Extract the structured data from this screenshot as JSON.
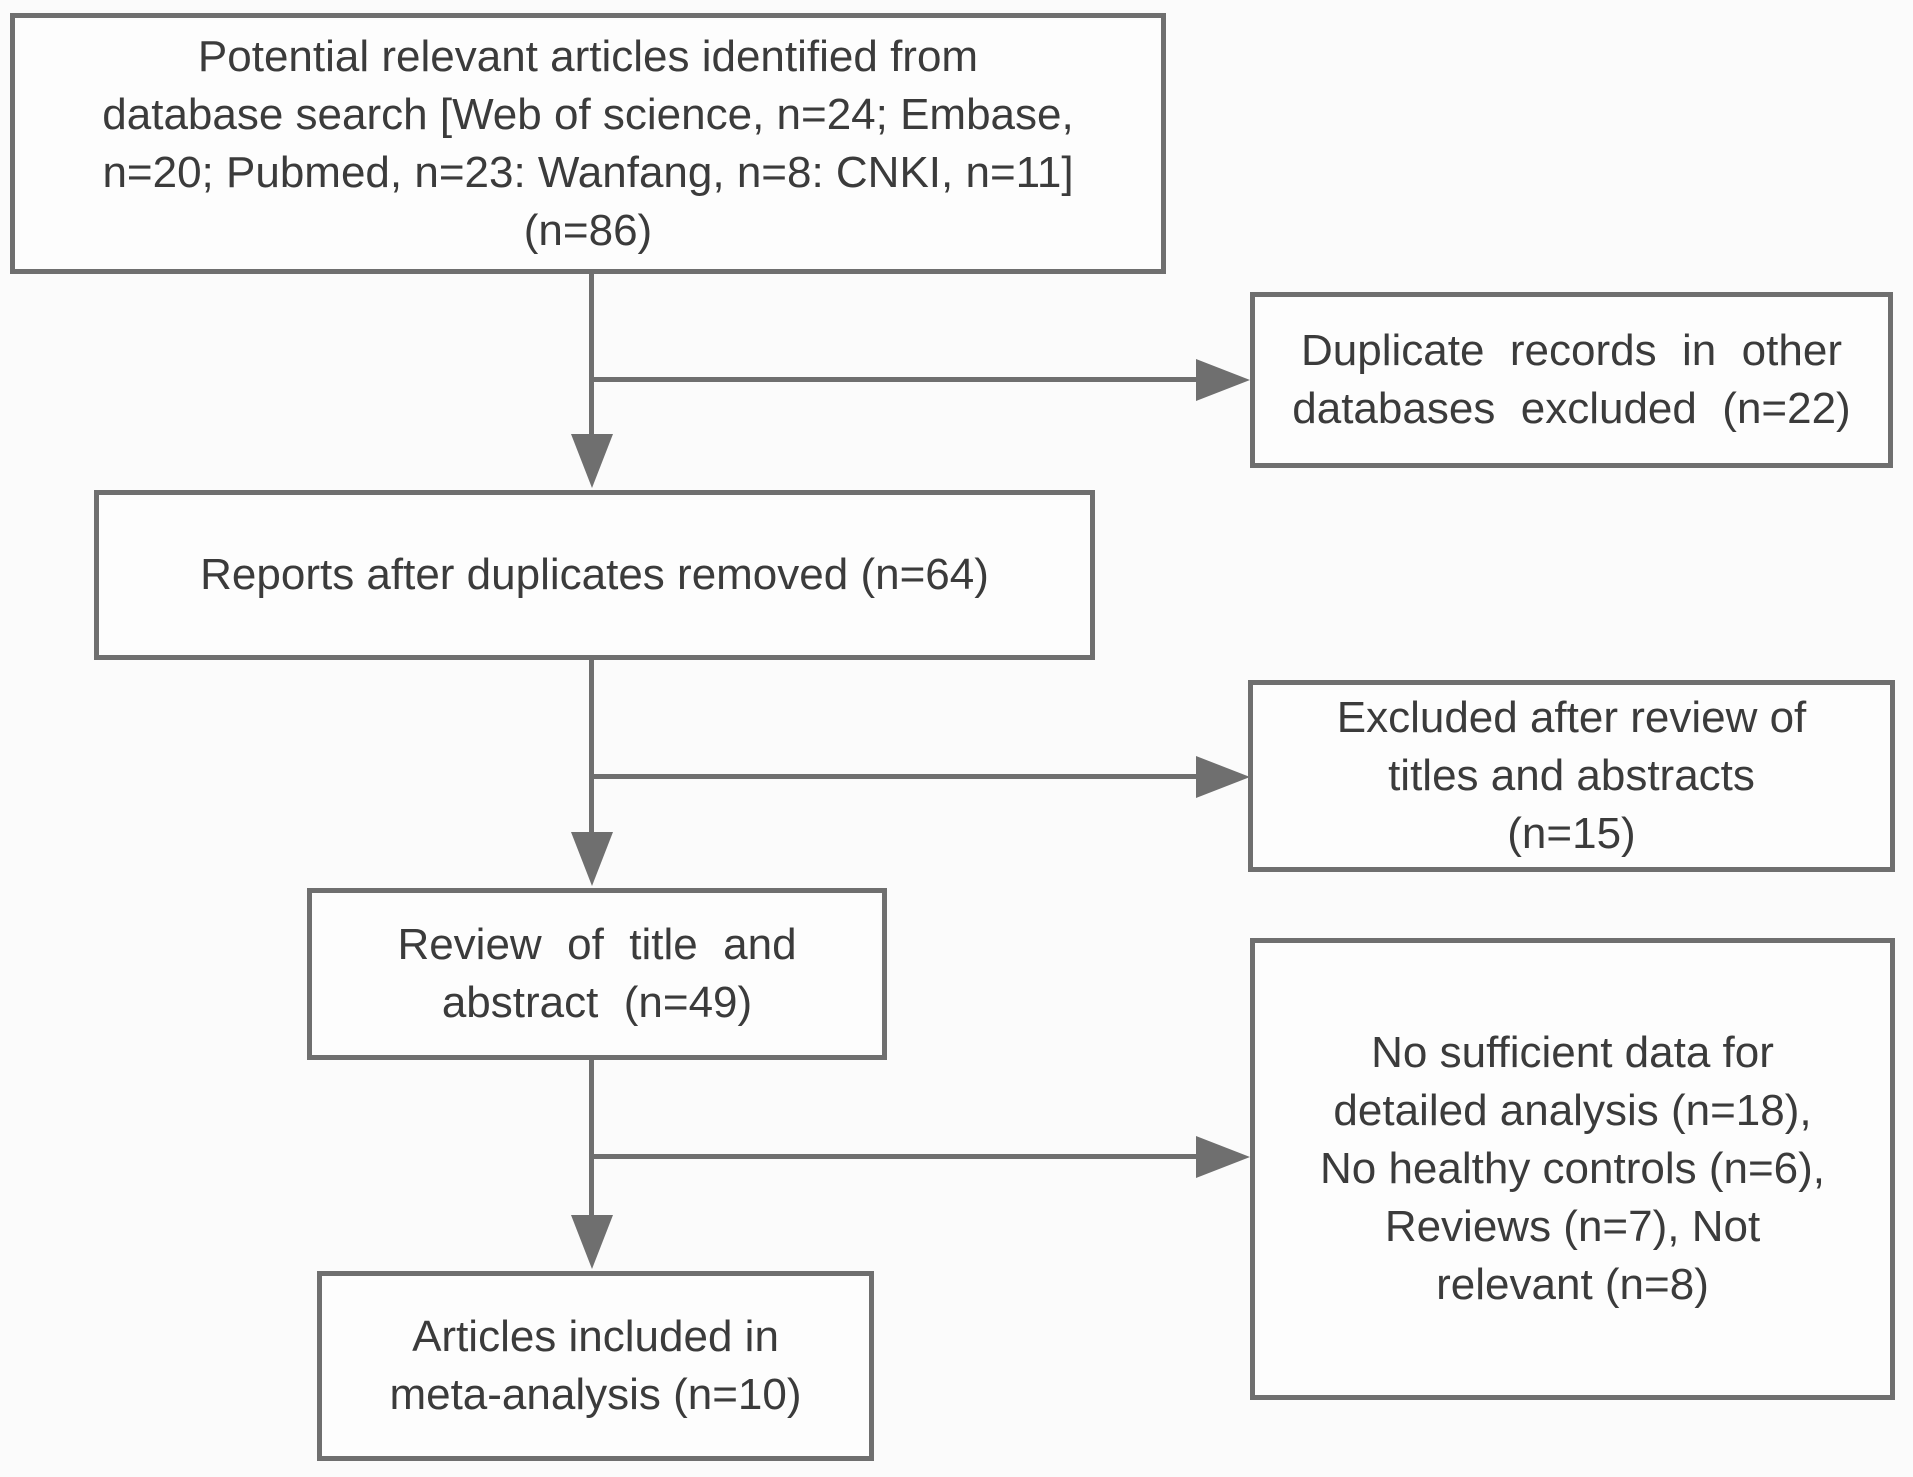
{
  "colors": {
    "line": "#6f6f6f",
    "text": "#3b3b3b",
    "background": "#fbfbfb",
    "box_fill": "#fdfdfd"
  },
  "boxes": {
    "identification": {
      "lines": [
        "Potential relevant articles identified from",
        "database search [Web of science, n=24; Embase,",
        "n=20; Pubmed, n=23: Wanfang, n=8: CNKI, n=11]",
        "(n=86)"
      ]
    },
    "duplicates_excluded": {
      "lines": [
        "Duplicate records in other",
        "databases excluded (n=22)"
      ]
    },
    "after_duplicates": {
      "lines": [
        "Reports after duplicates removed (n=64)"
      ]
    },
    "excluded_titles_abstracts": {
      "lines": [
        "Excluded after review of",
        "titles and abstracts",
        "(n=15)"
      ]
    },
    "review_title_abstract": {
      "lines": [
        "Review of title and",
        "abstract (n=49)"
      ]
    },
    "exclusion_reasons": {
      "lines": [
        "No sufficient data for",
        "detailed analysis (n=18),",
        "No healthy controls (n=6),",
        "Reviews (n=7), Not",
        "relevant (n=8)"
      ]
    },
    "included": {
      "lines": [
        "Articles included in",
        "meta-analysis (n=10)"
      ]
    }
  }
}
